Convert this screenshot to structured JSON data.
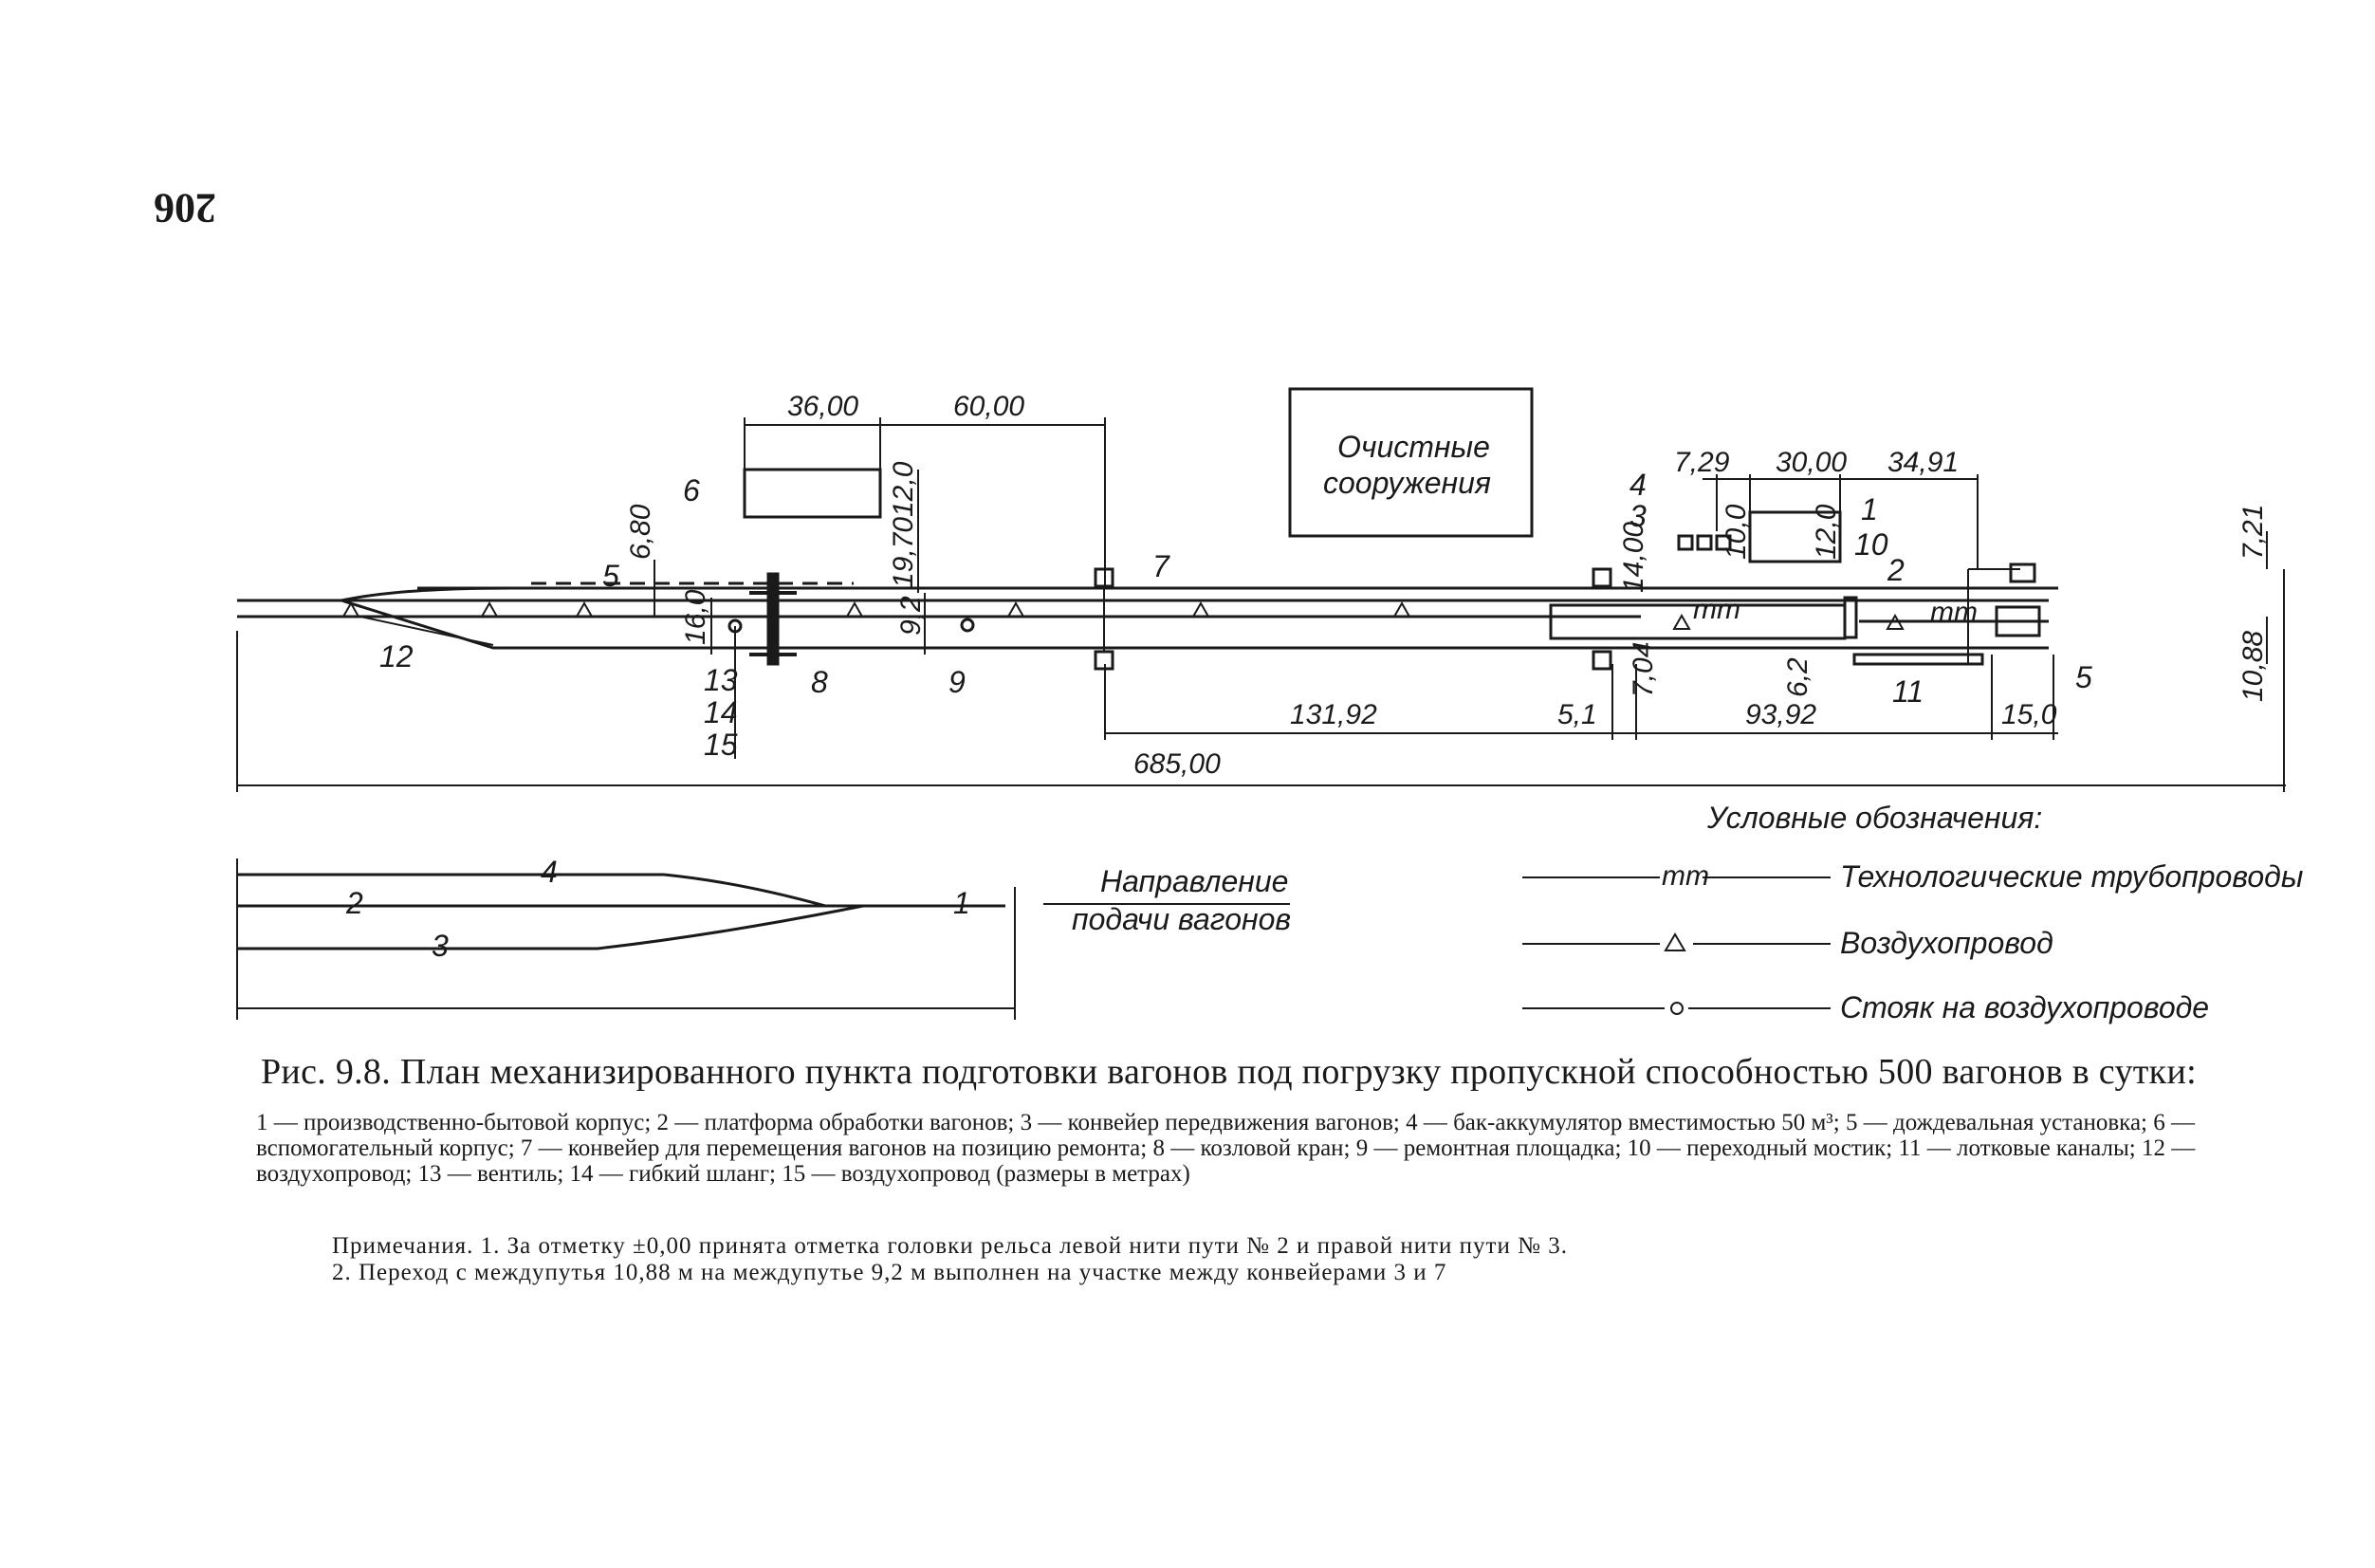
{
  "page_number": "206",
  "plan": {
    "dimensions": {
      "d1": "36,00",
      "d2": "60,00",
      "d3": "6,80",
      "d4": "12,0",
      "d5": "19,70",
      "d6": "16,0",
      "d7": "9,2",
      "d8": "131,92",
      "d9": "5,1",
      "d10": "685,00",
      "d11": "7,29",
      "d12": "30,00",
      "d13": "34,91",
      "d14": "10,0",
      "d15": "12,0",
      "d16": "14,00",
      "d17": "7,04",
      "d18": "6,2",
      "d19": "93,92",
      "d20": "15,0",
      "d21": "7,21",
      "d22": "10,88"
    },
    "building_label_line1": "Очистные",
    "building_label_line2": "сооружения",
    "item_labels": {
      "n1": "1",
      "n2": "2",
      "n3": "3",
      "n4": "4",
      "n5": "5",
      "n5b": "5",
      "n6": "6",
      "n7": "7",
      "n8": "8",
      "n9": "9",
      "n10": "10",
      "n11": "11",
      "n12": "12",
      "n13": "13",
      "n14": "14",
      "n15": "15"
    },
    "pipe_marks": {
      "tt": "тт"
    }
  },
  "track_scheme": {
    "track_labels": {
      "t1": "1",
      "t2": "2",
      "t3": "3",
      "t4": "4"
    },
    "direction_line1": "Направление",
    "direction_line2": "подачи вагонов"
  },
  "legend": {
    "title": "Условные обозначения:",
    "items": [
      {
        "symbol": "тт",
        "label": "Технологические трубопроводы"
      },
      {
        "symbol": "△",
        "label": "Воздухопровод"
      },
      {
        "symbol": "о",
        "label": "Стояк на воздухопроводе"
      }
    ]
  },
  "caption": "Рис. 9.8. План механизированного пункта подготовки вагонов под погрузку пропускной способностью 500 вагонов в сутки:",
  "numbered_legend": "1 — производственно-бытовой корпус; 2 — платформа обработки вагонов; 3 — конвейер передвижения вагонов; 4 — бак-аккумулятор вместимостью 50 м³; 5 — дождевальная установка; 6 — вспомогательный корпус; 7 — конвейер для перемещения вагонов на позицию ремонта; 8 — козловой кран; 9 — ремонтная площадка; 10 — переходный мостик; 11 — лотковые каналы; 12 — воздухопровод; 13 — вентиль; 14 — гибкий шланг; 15 — воздухопровод (размеры в метрах)",
  "notes": {
    "line1": "Примечания. 1. За отметку ±0,00 принята отметка головки рельса левой нити пути № 2 и правой нити пути № 3.",
    "line2": "2. Переход с междупутья 10,88 м на междупутье 9,2 м выполнен на участке между конвейерами 3 и 7"
  }
}
